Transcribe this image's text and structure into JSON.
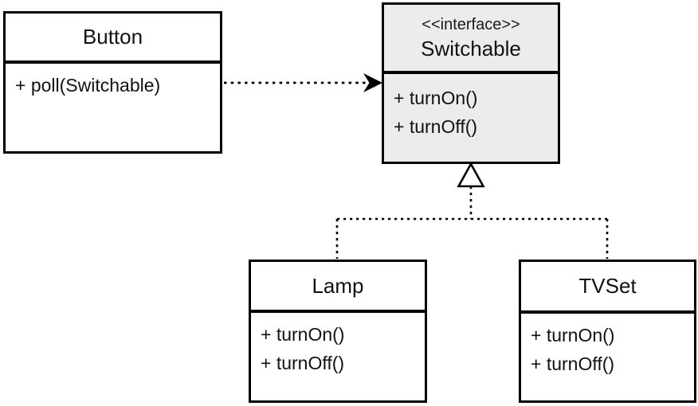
{
  "diagram": {
    "kind": "uml-class-diagram",
    "classes": {
      "button": {
        "name": "Button",
        "methods": [
          "+ poll(Switchable)"
        ]
      },
      "switchable": {
        "stereotype": "<<interface>>",
        "name": "Switchable",
        "methods": [
          "+ turnOn()",
          "+ turnOff()"
        ]
      },
      "lamp": {
        "name": "Lamp",
        "methods": [
          "+ turnOn()",
          "+ turnOff()"
        ]
      },
      "tvset": {
        "name": "TVSet",
        "methods": [
          "+ turnOn()",
          "+ turnOff()"
        ]
      }
    },
    "relations": [
      {
        "from": "Button",
        "to": "Switchable",
        "type": "dependency",
        "line": "dotted-arrow"
      },
      {
        "from": "Lamp",
        "to": "Switchable",
        "type": "realization",
        "line": "dashed-hollow-triangle"
      },
      {
        "from": "TVSet",
        "to": "Switchable",
        "type": "realization",
        "line": "dashed-hollow-triangle"
      }
    ],
    "colors": {
      "interface_fill": "#ececec",
      "class_fill": "#ffffff",
      "line": "#000000",
      "text": "#111111"
    }
  }
}
